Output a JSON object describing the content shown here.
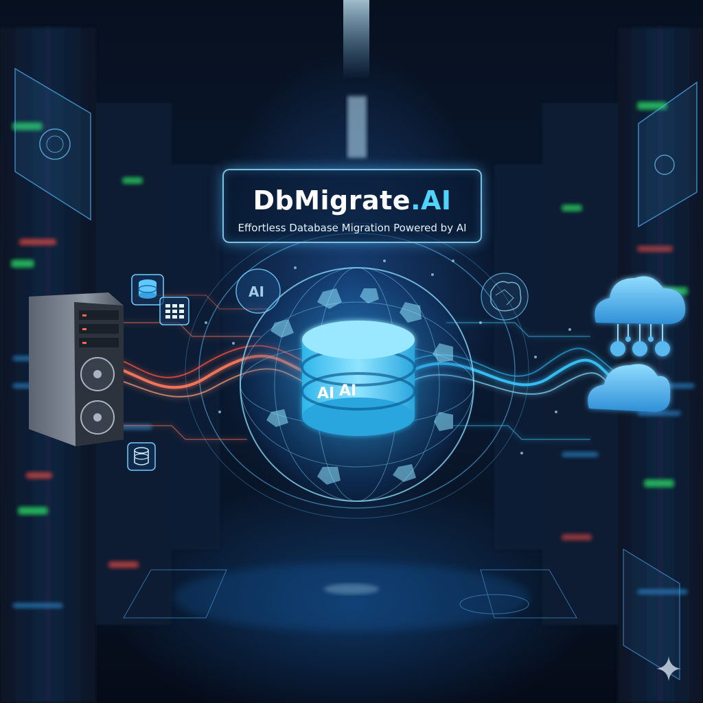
{
  "title": {
    "main": "DbMigrate",
    "accent": ".AI",
    "subtitle": "Effortless Database Migration Powered by AI"
  },
  "labels": {
    "ai_badge": "AI",
    "ai_cylinder_left": "AI",
    "ai_cylinder_right": "AI"
  },
  "colors": {
    "accent": "#4fd4ff",
    "source_stream": "#ff7a5c",
    "target_stream": "#39c6ff",
    "background": "#07101f"
  },
  "icons": {
    "source": "server-tower-icon",
    "target": "cloud-icon",
    "core": "database-cylinder-icon"
  }
}
